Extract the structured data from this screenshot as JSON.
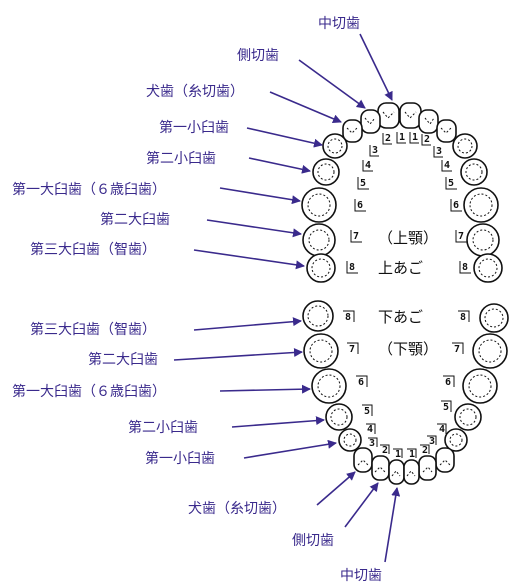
{
  "colors": {
    "label": "#3a2a8c",
    "arrow": "#3a2a8c",
    "tooth": "#111111"
  },
  "upper_labels": {
    "central_incisor": "中切歯",
    "lateral_incisor": "側切歯",
    "canine": "犬歯（糸切歯）",
    "first_premolar": "第一小臼歯",
    "second_premolar": "第二小臼歯",
    "first_molar": "第一大臼歯（６歳臼歯）",
    "second_molar": "第二大臼歯",
    "third_molar": "第三大臼歯（智歯）"
  },
  "lower_labels": {
    "third_molar": "第三大臼歯（智歯）",
    "second_molar": "第二大臼歯",
    "first_molar": "第一大臼歯（６歳臼歯）",
    "second_premolar": "第二小臼歯",
    "first_premolar": "第一小臼歯",
    "canine": "犬歯（糸切歯）",
    "lateral_incisor": "側切歯",
    "central_incisor": "中切歯"
  },
  "jaw_text": {
    "upper_kanji": "（上顎）",
    "upper_kana": "上あご",
    "lower_kana": "下あご",
    "lower_kanji": "（下顎）"
  },
  "tooth_numbers": {
    "upper_right": [
      "1",
      "2",
      "3",
      "4",
      "5",
      "6",
      "7",
      "8"
    ],
    "upper_left": [
      "1",
      "2",
      "3",
      "4",
      "5",
      "6",
      "7",
      "8"
    ],
    "lower_right": [
      "1",
      "2",
      "3",
      "4",
      "5",
      "6",
      "7",
      "8"
    ],
    "lower_left": [
      "1",
      "2",
      "3",
      "4",
      "5",
      "6",
      "7",
      "8"
    ]
  }
}
